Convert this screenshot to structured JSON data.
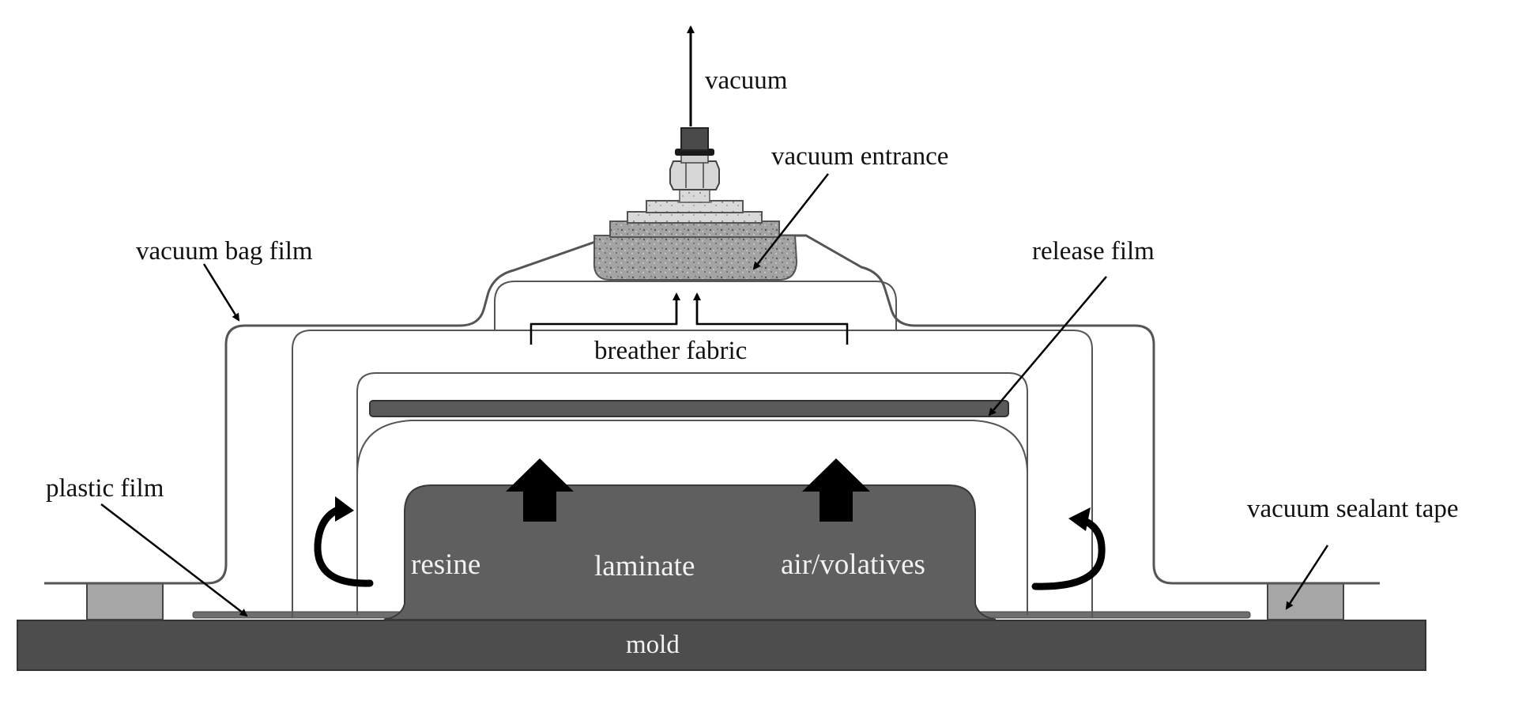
{
  "labels": {
    "vacuum": "vacuum",
    "vacuum_entrance": "vacuum entrance",
    "vacuum_bag_film": "vacuum bag film",
    "release_film": "release film",
    "breather_fabric": "breather fabric",
    "plastic_film": "plastic film",
    "vacuum_sealant_tape": "vacuum sealant tape",
    "resine": "resine",
    "laminate": "laminate",
    "air_volatives": "air/volatives",
    "mold": "mold"
  },
  "colors": {
    "mold": "#4d4d4d",
    "laminate": "#5f5f5f",
    "release_film": "#5a5a5a",
    "sealant_tape": "#a6a6a6",
    "connector_base": "#9a9a9a",
    "outline": "#555555",
    "arrow": "#000000"
  }
}
